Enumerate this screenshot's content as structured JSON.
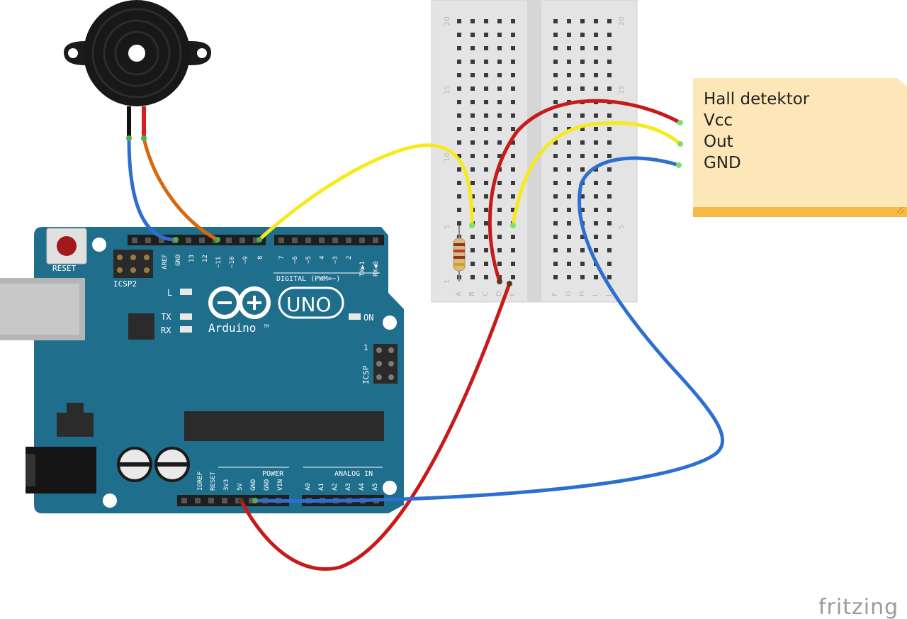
{
  "board": {
    "reset": "RESET",
    "icsp2": "ICSP2",
    "icsp": "ICSP",
    "icsp_pin1": "1",
    "led_l": "L",
    "led_tx": "TX",
    "led_rx": "RX",
    "led_on": "ON",
    "logo_uno": "UNO",
    "logo_arduino": "Arduino",
    "logo_tm": "TM",
    "digital_label": "DIGITAL (PWM=~)",
    "power_label": "POWER",
    "analog_label": "ANALOG IN",
    "digital_pins_left": [
      "AREF",
      "GND",
      "13",
      "12",
      "~11",
      "~10",
      "~9",
      "8"
    ],
    "digital_pins_right": [
      "7",
      "~6",
      "~5",
      "4",
      "~3",
      "2",
      "TX▶1",
      "RX◀0"
    ],
    "power_pins": [
      "IOREF",
      "RESET",
      "3V3",
      "5V",
      "GND",
      "GND",
      "VIN"
    ],
    "analog_pins": [
      "A0",
      "A1",
      "A2",
      "A3",
      "A4",
      "A5"
    ]
  },
  "breadboard": {
    "left_rows": [
      "A",
      "B",
      "C",
      "D",
      "E"
    ],
    "right_rows": [
      "F",
      "G",
      "H",
      "I",
      "J"
    ],
    "column_markers": [
      "20",
      "15",
      "10",
      "5",
      "1"
    ]
  },
  "note": {
    "lines": [
      "Hall detektor",
      "Vcc",
      "Out",
      "GND"
    ]
  },
  "watermark": "fritzing",
  "colors": {
    "board": "#1f6e8c",
    "breadboard": "#e6e6e6",
    "note": "#fde6b8",
    "wire_red": "#c61b1b",
    "wire_yellow": "#f6ea1f",
    "wire_blue": "#2d6fd1",
    "wire_orange": "#d8680f"
  }
}
